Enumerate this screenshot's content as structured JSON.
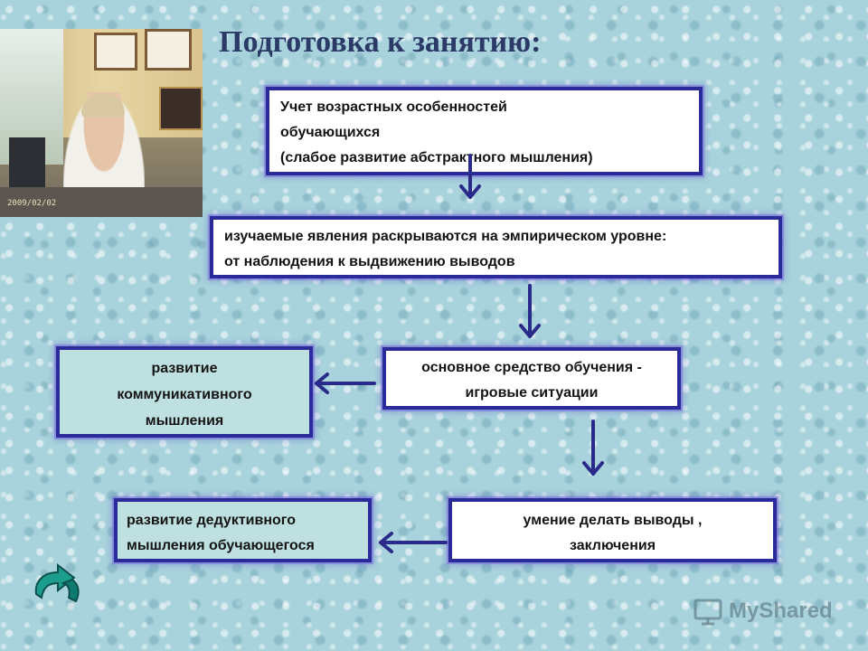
{
  "title": "Подготовка к занятию:",
  "photo": {
    "date_stamp": "2009/02/02"
  },
  "boxes": {
    "age_features": [
      "Учет  возрастных особенностей",
      "обучающихся",
      "(слабое развитие абстрактного мышления)"
    ],
    "empirical": [
      "изучаемые явления раскрываются на эмпирическом уровне:",
      "от наблюдения к выдвижению выводов"
    ],
    "game_situations": [
      "основное средство обучения  -",
      "игровые ситуации"
    ],
    "communicative": [
      "развитие",
      "коммуникативного",
      "мышления"
    ],
    "conclusions": [
      "умение делать выводы ,",
      "заключения"
    ],
    "deductive": [
      "развитие дедуктивного",
      "мышления обучающегося"
    ]
  },
  "watermark": {
    "text": "MyShared"
  },
  "colors": {
    "box_border": "#2a2a9a",
    "arrow": "#2a2a8a",
    "title": "#2b3a66",
    "teal_box": "#bfe0e0",
    "back_arrow": "#0f7a70"
  }
}
